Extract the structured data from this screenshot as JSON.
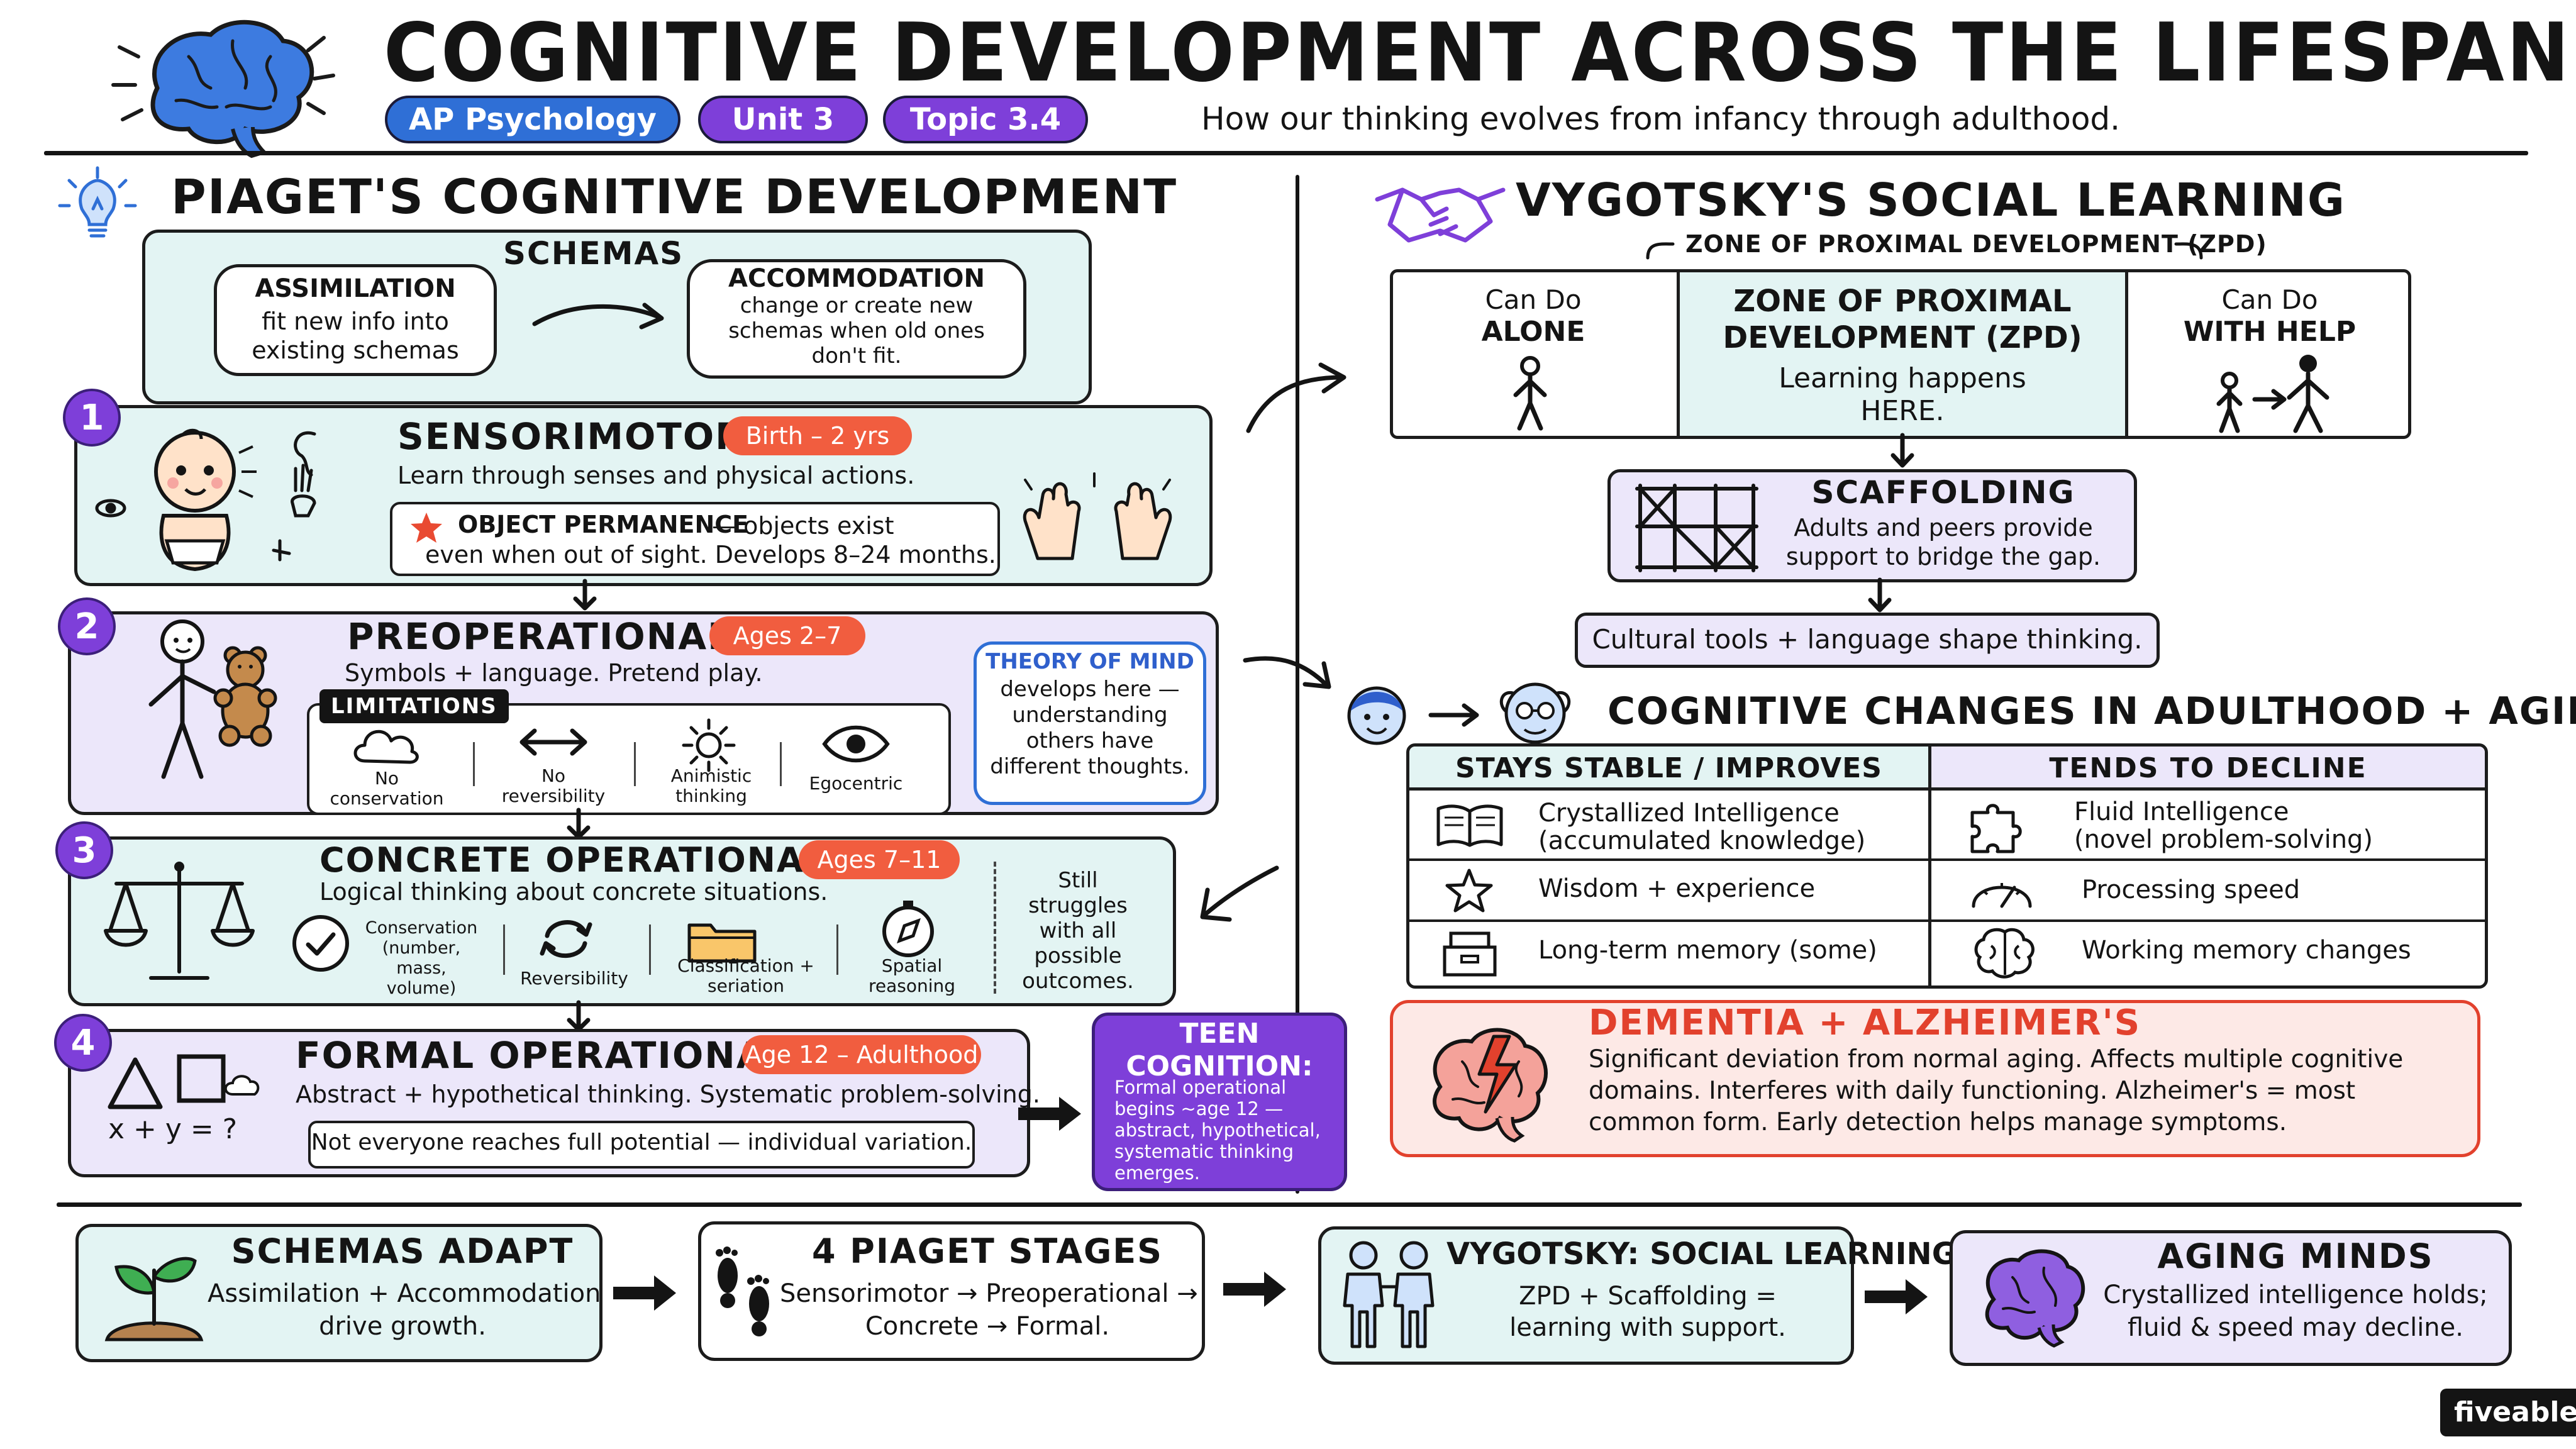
{
  "header": {
    "title": "COGNITIVE DEVELOPMENT ACROSS THE LIFESPAN",
    "pills": [
      "AP Psychology",
      "Unit 3",
      "Topic 3.4"
    ],
    "subtitle": "How our thinking evolves from infancy through adulthood."
  },
  "piaget": {
    "heading": "PIAGET'S COGNITIVE DEVELOPMENT",
    "schemas": {
      "label": "SCHEMAS",
      "assimilation_title": "ASSIMILATION",
      "assimilation_text": "fit new info into existing schemas",
      "accommodation_title": "ACCOMMODATION",
      "accommodation_text": "change or create new schemas when old ones don't fit."
    },
    "stages": [
      {
        "num": "1",
        "name": "SENSORIMOTOR",
        "age": "Birth – 2 yrs",
        "desc": "Learn through senses and physical actions.",
        "note_bold": "OBJECT PERMANENCE",
        "note_line1": "— objects exist",
        "note_line2": "even when out of sight. Develops 8–24 months."
      },
      {
        "num": "2",
        "name": "PREOPERATIONAL",
        "age": "Ages 2–7",
        "desc": "Symbols + language. Pretend play.",
        "limitations_label": "LIMITATIONS",
        "limitations": [
          "No conservation",
          "No reversibility",
          "Animistic thinking",
          "Egocentric"
        ],
        "tom_title": "THEORY OF MIND",
        "tom_text": "develops here — understanding others have different thoughts."
      },
      {
        "num": "3",
        "name": "CONCRETE OPERATIONAL",
        "age": "Ages 7–11",
        "desc": "Logical thinking about concrete situations.",
        "skills": [
          "Conservation (number, mass, volume)",
          "Reversibility",
          "Classification + seriation",
          "Spatial reasoning"
        ],
        "note": "Still struggles with all possible outcomes."
      },
      {
        "num": "4",
        "name": "FORMAL OPERATIONAL",
        "age": "Age 12 – Adulthood",
        "desc": "Abstract + hypothetical thinking. Systematic problem-solving.",
        "equation": "x + y = ?",
        "note": "Not everyone reaches full potential — individual variation."
      }
    ],
    "teen": {
      "title": "TEEN COGNITION:",
      "text": "Formal operational begins ~age 12 — abstract, hypothetical, systematic thinking emerges."
    }
  },
  "vygotsky": {
    "heading": "VYGOTSKY'S SOCIAL LEARNING",
    "zpd_bracket": "ZONE OF PROXIMAL DEVELOPMENT (ZPD)",
    "alone_line1": "Can Do",
    "alone_line2": "ALONE",
    "zpd_title": "ZONE OF PROXIMAL DEVELOPMENT (ZPD)",
    "zpd_text": "Learning happens HERE.",
    "help_line1": "Can Do",
    "help_line2": "WITH HELP",
    "scaffolding_title": "SCAFFOLDING",
    "scaffolding_text": "Adults and peers provide support to bridge the gap.",
    "cultural": "Cultural tools + language shape thinking."
  },
  "adulthood": {
    "heading": "COGNITIVE CHANGES IN ADULTHOOD + AGING",
    "stable_header": "STAYS STABLE / IMPROVES",
    "decline_header": "TENDS TO DECLINE",
    "stable": [
      {
        "title": "Crystallized Intelligence",
        "sub": "(accumulated knowledge)",
        "icon": "book-icon"
      },
      {
        "title": "Wisdom + experience",
        "sub": "",
        "icon": "star-icon"
      },
      {
        "title": "Long-term memory (some)",
        "sub": "",
        "icon": "filing-cabinet-icon"
      }
    ],
    "decline": [
      {
        "title": "Fluid Intelligence",
        "sub": "(novel problem-solving)",
        "icon": "puzzle-icon"
      },
      {
        "title": "Processing speed",
        "sub": "",
        "icon": "speedometer-icon"
      },
      {
        "title": "Working memory changes",
        "sub": "",
        "icon": "brain-icon"
      }
    ],
    "dementia_title": "DEMENTIA + ALZHEIMER'S",
    "dementia_text": "Significant deviation from normal aging. Affects multiple cognitive domains. Interferes with daily functioning. Alzheimer's = most common form. Early detection helps manage symptoms."
  },
  "summary": [
    {
      "title": "SCHEMAS ADAPT",
      "line1": "Assimilation + Accommodation",
      "line2": "drive growth."
    },
    {
      "title": "4 PIAGET STAGES",
      "line1": "Sensorimotor → Preoperational →",
      "line2": "Concrete → Formal."
    },
    {
      "title": "VYGOTSKY: SOCIAL LEARNING",
      "line1": "ZPD + Scaffolding =",
      "line2": "learning with support."
    },
    {
      "title": "AGING MINDS",
      "line1": "Crystallized intelligence holds;",
      "line2": "fluid & speed may decline."
    }
  ],
  "brand": "fiveable",
  "colors": {
    "pill_blue": "#2f6fd6",
    "pill_purple": "#7e3fd9",
    "tag_orange": "#f15d3f",
    "teal_fill": "#e3f4f3",
    "lavender_fill": "#ece7fa",
    "dementia_red": "#e2412d"
  }
}
